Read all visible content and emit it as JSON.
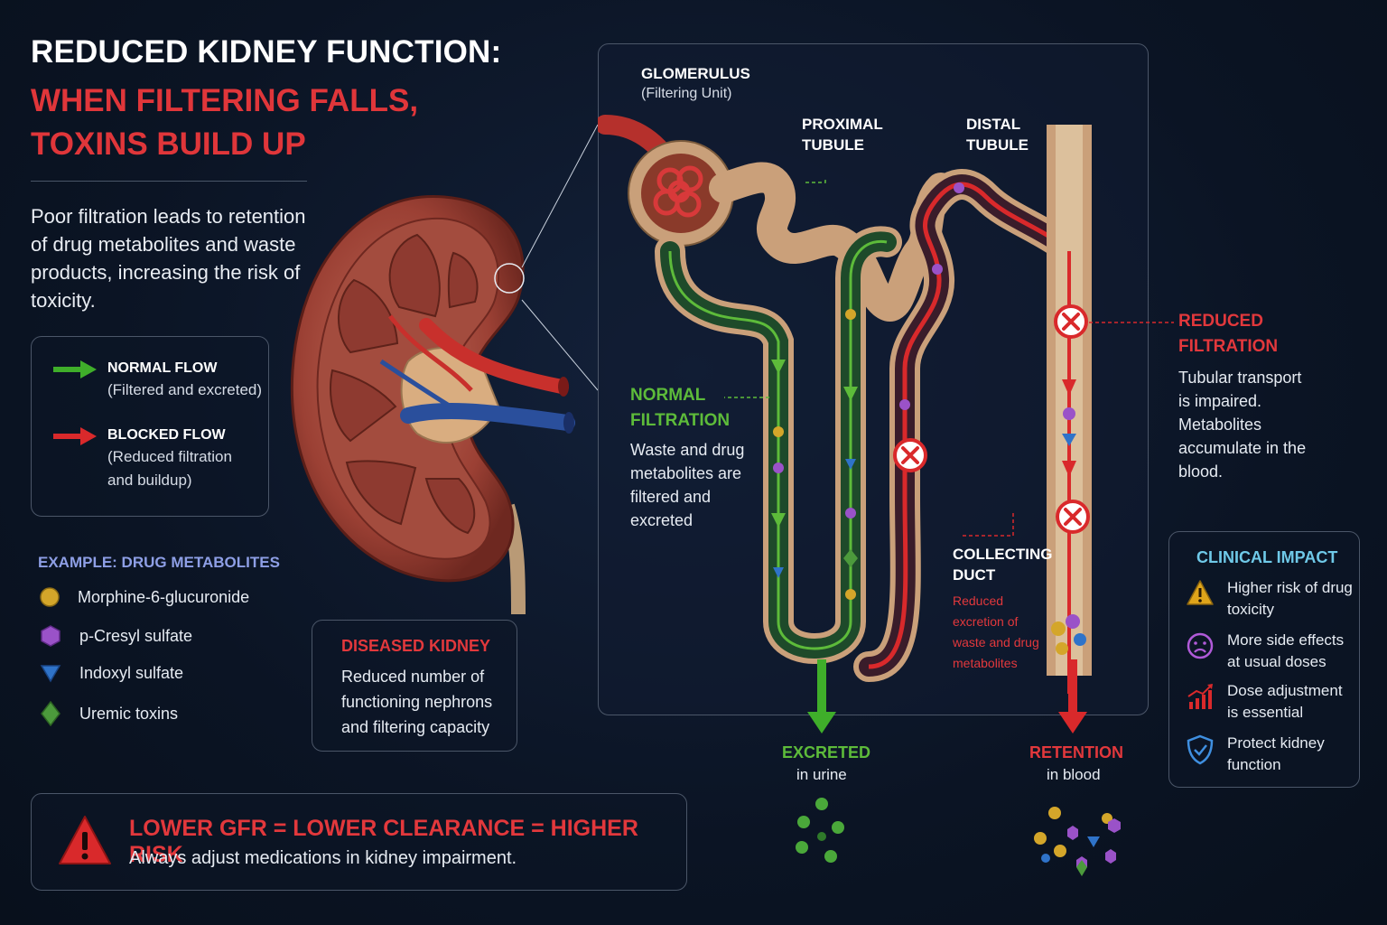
{
  "title": {
    "line1": "REDUCED KIDNEY FUNCTION:",
    "line2": "WHEN FILTERING FALLS, TOXINS BUILD UP"
  },
  "intro": "Poor filtration leads to retention of drug metabolites and waste products, increasing the risk of toxicity.",
  "legend": {
    "normal": {
      "label": "NORMAL FLOW",
      "sub": "(Filtered and excreted)",
      "color": "#3fae2a"
    },
    "blocked": {
      "label": "BLOCKED FLOW",
      "sub": "(Reduced filtration and buildup)",
      "color": "#d9292b"
    }
  },
  "examples": {
    "title": "EXAMPLE: DRUG METABOLITES",
    "items": [
      {
        "label": "Morphine-6-glucuronide",
        "icon": "yellow-circle-icon",
        "color": "#d4a62a"
      },
      {
        "label": "p-Cresyl sulfate",
        "icon": "purple-hexagon-icon",
        "color": "#9a52c8"
      },
      {
        "label": "Indoxyl sulfate",
        "icon": "blue-triangle-icon",
        "color": "#2f73c9"
      },
      {
        "label": "Uremic toxins",
        "icon": "green-diamond-icon",
        "color": "#4c9a3c"
      }
    ]
  },
  "diseased": {
    "title": "DISEASED KIDNEY",
    "text": "Reduced number of functioning nephrons and filtering capacity"
  },
  "gfr": {
    "headline": "LOWER GFR = LOWER CLEARANCE = HIGHER RISK",
    "text": "Always adjust medications in kidney impairment."
  },
  "nephron": {
    "glomerulus": {
      "label": "GLOMERULUS",
      "sub": "(Filtering Unit)"
    },
    "proximal": {
      "label": "PROXIMAL TUBULE"
    },
    "distal": {
      "label": "DISTAL TUBULE"
    },
    "normal_filtration": {
      "label": "NORMAL FILTRATION",
      "text": "Waste and drug metabolites are filtered and excreted"
    },
    "collecting": {
      "label": "COLLECTING DUCT",
      "text": "Reduced excretion of waste and drug metabolites"
    }
  },
  "outputs": {
    "excreted": {
      "label": "EXCRETED",
      "sub": "in urine"
    },
    "retention": {
      "label": "RETENTION",
      "sub": "in blood"
    }
  },
  "reduced": {
    "label": "REDUCED FILTRATION",
    "text": "Tubular transport is impaired. Metabolites accumulate in the blood."
  },
  "clinical": {
    "title": "CLINICAL IMPACT",
    "items": [
      {
        "label": "Higher risk of drug toxicity",
        "icon": "warning-icon"
      },
      {
        "label": "More side effects at usual doses",
        "icon": "sad-face-icon"
      },
      {
        "label": "Dose adjustment is essential",
        "icon": "chart-trend-icon"
      },
      {
        "label": "Protect kidney function",
        "icon": "shield-icon"
      }
    ]
  },
  "colors": {
    "red": "#e2383c",
    "green": "#5dbb3a",
    "cyan": "#6fc9e8",
    "lavender": "#8e9fe6",
    "background": "#0b1424"
  }
}
